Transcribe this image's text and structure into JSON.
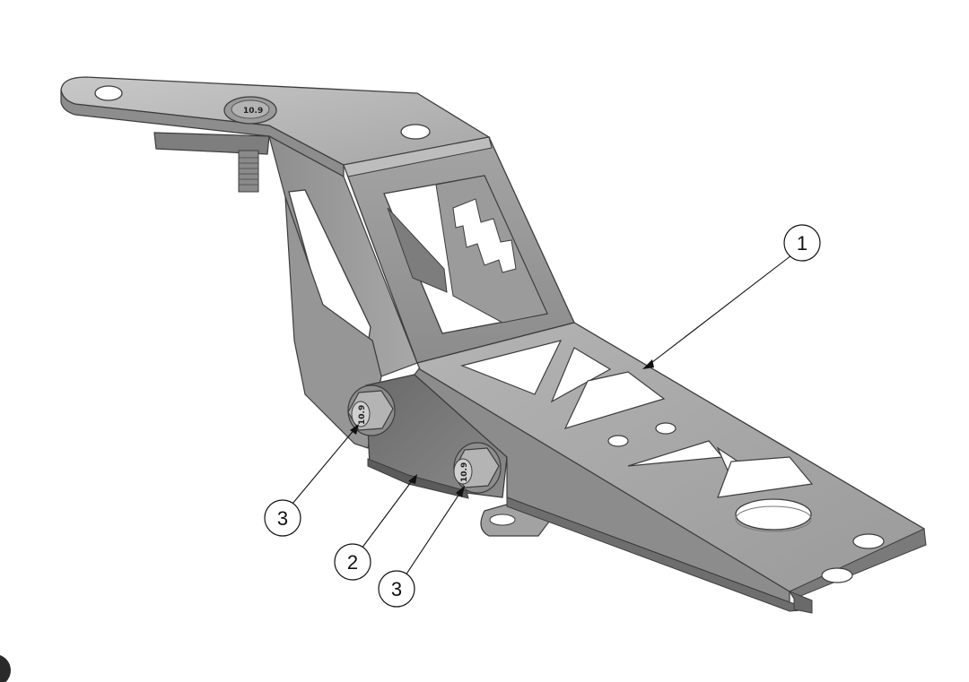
{
  "callouts": [
    {
      "label": "1",
      "part": "main-bracket"
    },
    {
      "label": "2",
      "part": "side-plate"
    },
    {
      "label": "3",
      "part": "upper-bolt"
    },
    {
      "label": "3",
      "part": "lower-bolt"
    }
  ],
  "bolt_marking": "10.9",
  "colors": {
    "background": "#ffffff",
    "metal_light": "#b9b9b9",
    "metal_mid": "#a2a2a2",
    "metal_dark": "#7c7c7c",
    "metal_shadow": "#5b5b5b",
    "edge": "#3d3d3d",
    "hole": "#ffffff"
  }
}
